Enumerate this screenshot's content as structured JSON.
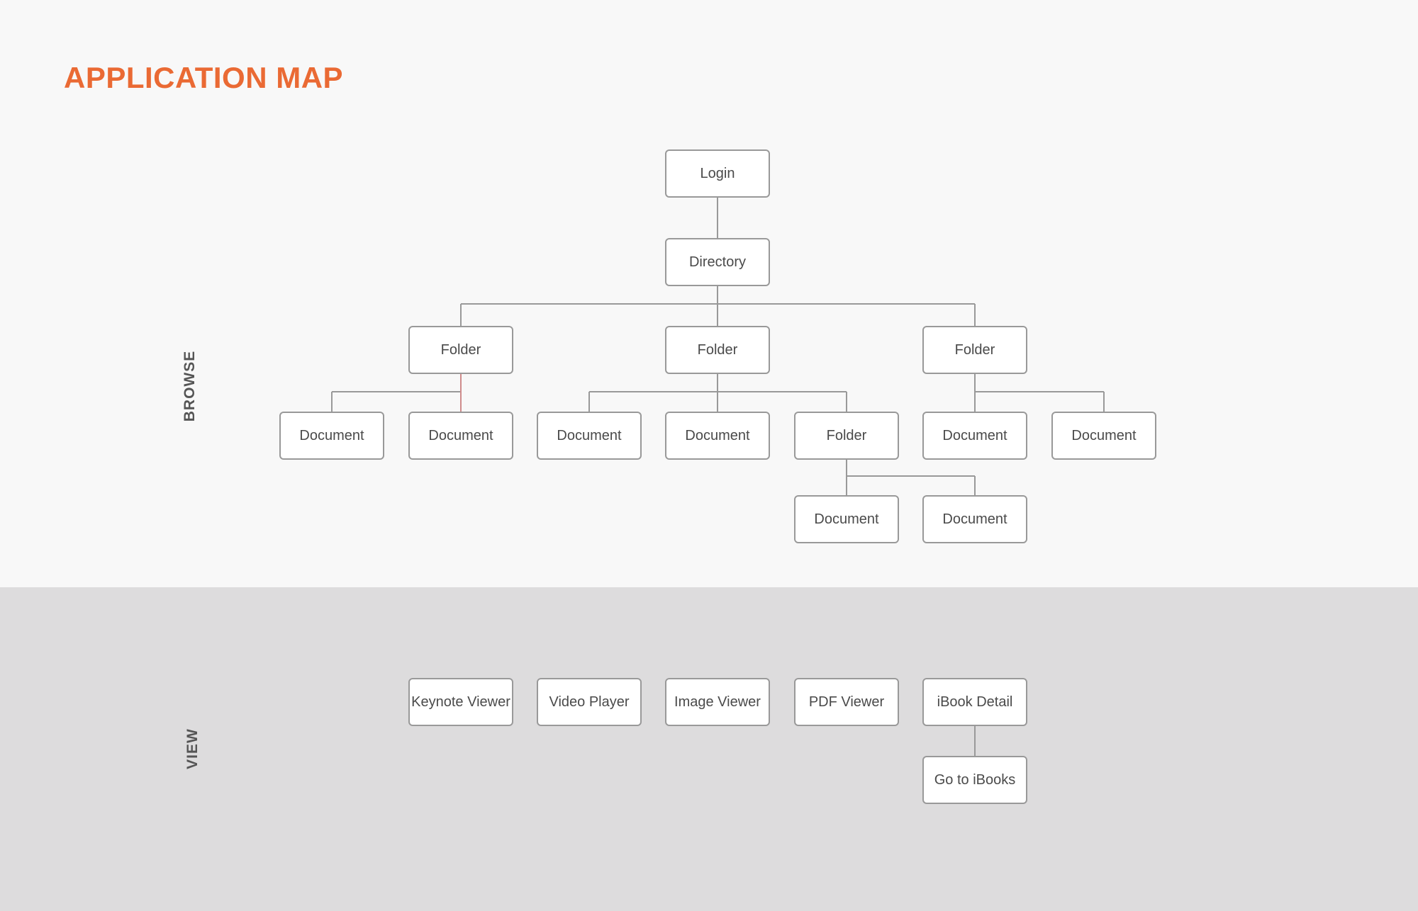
{
  "title": "APPLICATION MAP",
  "sections": {
    "browse": "BROWSE",
    "view": "VIEW"
  },
  "colors": {
    "accent": "#ea6a34",
    "connector": "#999999",
    "highlight_connector": "#cf8c8c",
    "view_band": "#dddcdd",
    "browse_band": "#f8f8f8"
  },
  "nodes": [
    {
      "id": "login",
      "label": "Login"
    },
    {
      "id": "directory",
      "label": "Directory"
    },
    {
      "id": "folder-1",
      "label": "Folder"
    },
    {
      "id": "folder-2",
      "label": "Folder"
    },
    {
      "id": "folder-3",
      "label": "Folder"
    },
    {
      "id": "document-1",
      "label": "Document"
    },
    {
      "id": "document-2",
      "label": "Document"
    },
    {
      "id": "document-3",
      "label": "Document"
    },
    {
      "id": "document-4",
      "label": "Document"
    },
    {
      "id": "folder-4",
      "label": "Folder"
    },
    {
      "id": "document-5",
      "label": "Document"
    },
    {
      "id": "document-6",
      "label": "Document"
    },
    {
      "id": "document-7",
      "label": "Document"
    },
    {
      "id": "document-8",
      "label": "Document"
    },
    {
      "id": "keynote-viewer",
      "label": "Keynote Viewer"
    },
    {
      "id": "video-player",
      "label": "Video Player"
    },
    {
      "id": "image-viewer",
      "label": "Image Viewer"
    },
    {
      "id": "pdf-viewer",
      "label": "PDF Viewer"
    },
    {
      "id": "ibook-detail",
      "label": "iBook Detail"
    },
    {
      "id": "go-to-ibooks",
      "label": "Go to iBooks"
    }
  ],
  "edges": [
    {
      "from": "login",
      "to": "directory"
    },
    {
      "from": "directory",
      "to": "folder-1"
    },
    {
      "from": "directory",
      "to": "folder-2"
    },
    {
      "from": "directory",
      "to": "folder-3"
    },
    {
      "from": "folder-1",
      "to": "document-1"
    },
    {
      "from": "folder-1",
      "to": "document-2",
      "highlight": true
    },
    {
      "from": "folder-2",
      "to": "document-3"
    },
    {
      "from": "folder-2",
      "to": "document-4"
    },
    {
      "from": "folder-2",
      "to": "folder-4"
    },
    {
      "from": "folder-3",
      "to": "document-5"
    },
    {
      "from": "folder-3",
      "to": "document-6"
    },
    {
      "from": "folder-4",
      "to": "document-7"
    },
    {
      "from": "folder-4",
      "to": "document-8"
    },
    {
      "from": "ibook-detail",
      "to": "go-to-ibooks"
    }
  ]
}
